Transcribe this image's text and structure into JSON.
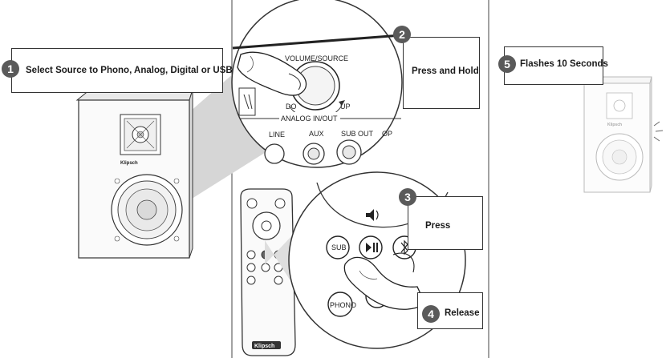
{
  "steps": [
    {
      "number": "1",
      "text": "Select Source to Phono, Analog, Digital or USB"
    },
    {
      "number": "2",
      "text": "Press and Hold"
    },
    {
      "number": "3",
      "text": "Press"
    },
    {
      "number": "4",
      "text": "Release"
    },
    {
      "number": "5",
      "text": "Flashes 10 Seconds"
    }
  ],
  "panel_labels": {
    "volume_source": "VOLUME/SOURCE",
    "down": "DO",
    "up": "UP",
    "analog_in_out": "ANALOG IN/OUT",
    "line": "LINE",
    "aux": "AUX",
    "sub_out": "SUB OUT",
    "opt": "OP"
  },
  "remote_labels": {
    "sub": "SUB",
    "phono": "PHONO",
    "brand": "Klipsch"
  },
  "speaker_brand": "Klipsch",
  "colors": {
    "badge": "#5a5a5a",
    "line": "#333333",
    "light_gray": "#cccccc",
    "faded": "#aaaaaa"
  },
  "icons": [
    "speaker-icon",
    "finger-icon",
    "remote-icon",
    "bluetooth-icon",
    "play-pause-icon",
    "volume-icon"
  ]
}
